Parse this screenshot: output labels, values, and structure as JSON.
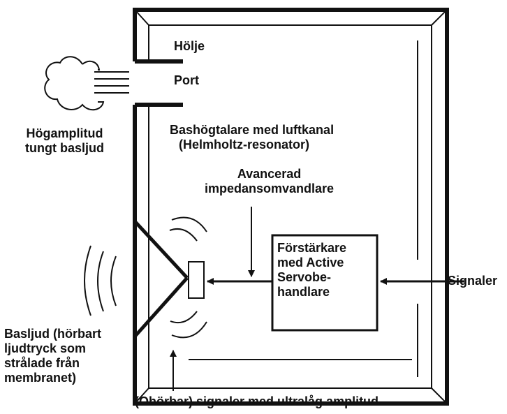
{
  "diagram": {
    "enclosure_label": "Hölje",
    "port_label": "Port",
    "cabinet_title_lines": [
      "Bashögtalare med luftkanal",
      "(Helmholtz-resonator)"
    ],
    "converter_lines": [
      "Avancerad",
      "impedansomvandlare"
    ],
    "amplifier_lines": [
      "Förstärkare",
      "med Active",
      "Servobe-",
      "handlare"
    ],
    "signal_label": "Signaler",
    "port_output_lines": [
      "Högamplitud",
      "tungt basljud"
    ],
    "bass_sound_lines": [
      "Basljud (hörbart",
      "ljudtryck som",
      "strålade från",
      "membranet)"
    ],
    "infrasonic_label": "(Ohörbar) signaler med ultralåg amplitud"
  },
  "colors": {
    "ink": "#111111",
    "background": "#ffffff"
  }
}
